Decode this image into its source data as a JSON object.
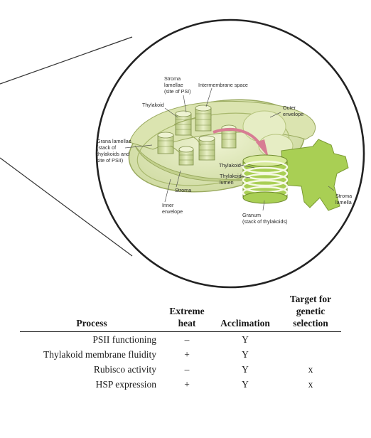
{
  "figure": {
    "labels": {
      "stroma_lamellae": [
        "Stroma",
        "lamellae",
        "(site of PSI)"
      ],
      "intermembrane_space": "Intermembrane space",
      "thylakoid_top": "Thylakoid",
      "outer_envelope": [
        "Outer",
        "envelope"
      ],
      "grana_lamellae": [
        "Grana lamellae",
        "(stack of",
        "thylakoids and",
        "site of PSII)"
      ],
      "thylakoid_mid": "Thylakoid",
      "thylakoid_lumen": [
        "Thylakoid",
        "lumen"
      ],
      "stroma": "Stroma",
      "inner_envelope": [
        "Inner",
        "envelope"
      ],
      "granum": [
        "Granum",
        "(stack of thylakoids)"
      ],
      "stroma_lamella": [
        "Stroma",
        "lamella"
      ]
    },
    "colors": {
      "membrane": "#c9d79a",
      "membrane_light": "#e4ecc0",
      "stroma": "#f2f5dc",
      "arrow": "#d77d93",
      "outline": "#333333"
    }
  },
  "table": {
    "headers": {
      "process": "Process",
      "extreme_heat": [
        "Extreme",
        "heat"
      ],
      "acclimation": "Acclimation",
      "target": [
        "Target for",
        "genetic",
        "selection"
      ]
    },
    "rows": [
      {
        "process": "PSII functioning",
        "heat": "–",
        "acclimation": "Y",
        "target": ""
      },
      {
        "process": "Thylakoid membrane fluidity",
        "heat": "+",
        "acclimation": "Y",
        "target": ""
      },
      {
        "process": "Rubisco activity",
        "heat": "–",
        "acclimation": "Y",
        "target": "x"
      },
      {
        "process": "HSP expression",
        "heat": "+",
        "acclimation": "Y",
        "target": "x"
      }
    ]
  }
}
